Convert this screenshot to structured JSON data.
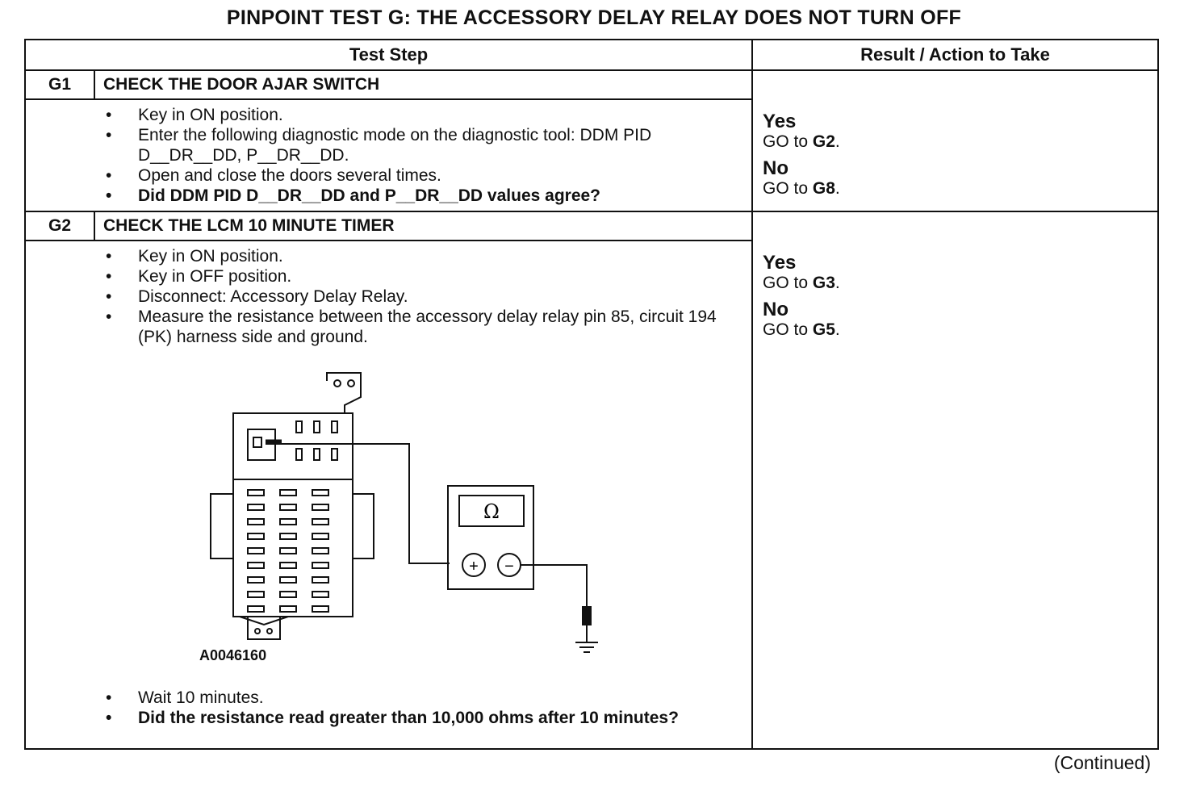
{
  "title": "PINPOINT TEST  G: THE ACCESSORY DELAY RELAY DOES NOT TURN OFF",
  "headers": {
    "test_step": "Test Step",
    "result": "Result / Action to Take"
  },
  "steps": [
    {
      "id": "G1",
      "heading": "CHECK THE DOOR AJAR SWITCH",
      "bullets": [
        "Key in ON position.",
        "Enter the following diagnostic mode on the diagnostic tool: DDM PID D__DR__DD, P__DR__DD.",
        "Open and close the doors several times."
      ],
      "question": "Did DDM PID D__DR__DD and P__DR__DD values agree?",
      "yes_label": "Yes",
      "yes_text": "GO to ",
      "yes_target": "G2",
      "no_label": "No",
      "no_text": "GO to ",
      "no_target": "G8"
    },
    {
      "id": "G2",
      "heading": "CHECK THE LCM 10 MINUTE TIMER",
      "bullets": [
        "Key in ON position.",
        "Key in OFF position.",
        "Disconnect: Accessory Delay Relay.",
        "Measure the resistance between the accessory delay relay pin 85, circuit 194 (PK) harness side and ground."
      ],
      "figure_id": "A0046160",
      "meter_symbol": "Ω",
      "plus": "+",
      "minus": "−",
      "bullets_after": [
        "Wait 10 minutes."
      ],
      "question": "Did the resistance read greater than 10,000 ohms after 10 minutes?",
      "yes_label": "Yes",
      "yes_text": "GO to ",
      "yes_target": "G3",
      "no_label": "No",
      "no_text": "GO to ",
      "no_target": "G5"
    }
  ],
  "continued": "(Continued)"
}
